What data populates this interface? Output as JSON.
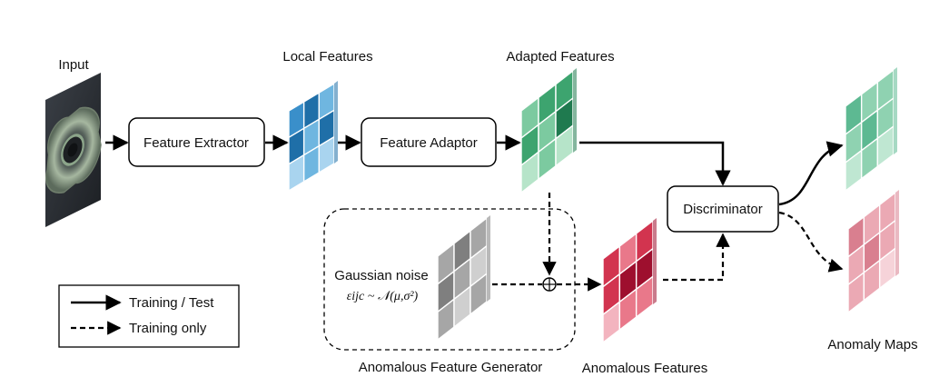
{
  "labels": {
    "input": "Input",
    "local_features": "Local Features",
    "adapted_features": "Adapted Features",
    "anomaly_maps": "Anomaly Maps",
    "anomalous_features": "Anomalous Features",
    "anomalous_feature_generator": "Anomalous Feature Generator",
    "gaussian_noise": "Gaussian noise",
    "noise_formula": "εijc ~ 𝒩(μ,σ²)"
  },
  "nodes": {
    "feature_extractor": "Feature Extractor",
    "feature_adaptor": "Feature Adaptor",
    "discriminator": "Discriminator"
  },
  "legend": {
    "solid": "Training / Test",
    "dashed": "Training only"
  },
  "colors": {
    "local_features": [
      "#1f6fa8",
      "#3a8fca",
      "#6fb6e0",
      "#a9d4ef"
    ],
    "adapted_features": [
      "#1f7a4f",
      "#3da46f",
      "#7ccaa0",
      "#b6e4c9"
    ],
    "anomalous_features": [
      "#9e0f2e",
      "#d2344f",
      "#e9788a",
      "#f3b4bf"
    ],
    "anomaly_normal": [
      "#5db992",
      "#8fd2b1",
      "#bfe7d2"
    ],
    "anomaly_abnormal": [
      "#d97f8f",
      "#eba9b4",
      "#f6d3d9"
    ],
    "noise_grid": [
      "#7f7f7f",
      "#a6a6a6",
      "#cfcfcf"
    ]
  }
}
